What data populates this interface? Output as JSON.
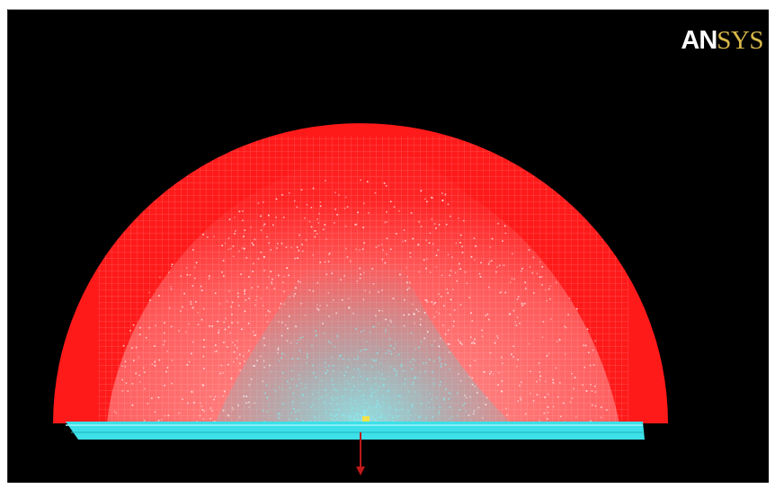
{
  "logo": {
    "part1": "AN",
    "part2": "SYS"
  },
  "colors": {
    "background": "#000000",
    "mesh_red": "#ff1a1a",
    "mesh_white": "#ffffff",
    "mesh_cyan": "#3de0e8",
    "load_arrow": "#c01818",
    "logo_white": "#ffffff",
    "logo_gold": "#d8b84a"
  },
  "icons": {
    "logo": "ansys-logo",
    "model": "hemisphere-mesh",
    "plate": "base-plate-mesh",
    "load": "force-arrow-icon"
  }
}
